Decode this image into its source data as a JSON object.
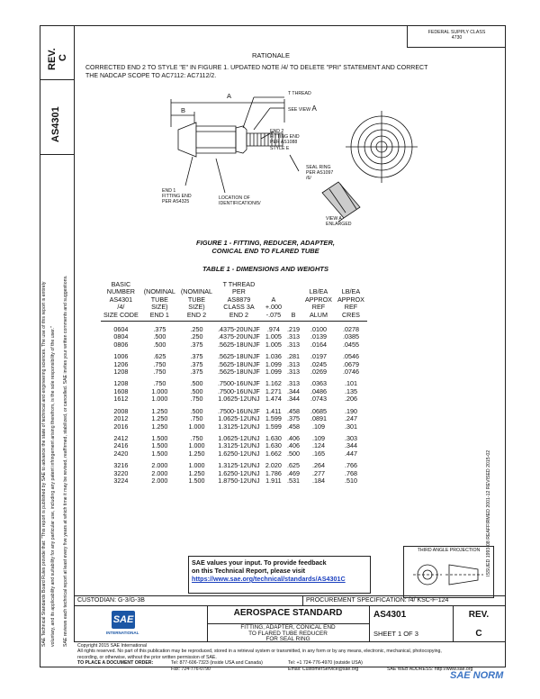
{
  "side": {
    "rev_label": "REV.",
    "rev_value": "C",
    "doc_number": "AS4301",
    "disclaimer_1": "SAE Technical Standards Board Rules provide that: \"This report is published by SAE to advance the state of technical and engineering sciences. The use of this report is entirely",
    "disclaimer_2": "voluntary, and its applicability and suitability for any particular use, including any patent infringement arising therefrom, is the sole responsibility of the user.\"",
    "disclaimer_3": "SAE reviews each technical report at least every five years at which time it may be revised, reaffirmed, stabilized, or cancelled. SAE invites your written comments and suggestions."
  },
  "fed_box": {
    "line1": "FEDERAL SUPPLY CLASS",
    "line2": "4730"
  },
  "rationale": {
    "title": "RATIONALE",
    "text1": "CORRECTED END 2 TO STYLE \"E\" IN FIGURE 1. UPDATED NOTE /4/ TO DELETE \"PRI\" STATEMENT AND CORRECT",
    "text2": "THE NADCAP SCOPE TO AC7112: AC7112/2."
  },
  "figure": {
    "labels": {
      "t_thread": "T THREAD",
      "see_view": "SEE VIEW",
      "view_letter": "A",
      "a_dim": "A",
      "b_dim": "B",
      "end2_1": "END 2",
      "end2_2": "FITTING END",
      "end2_3": "PER AS1088",
      "end2_4": "STYLE E",
      "seal_1": "SEAL RING",
      "seal_2": "PER AS1097",
      "seal_3": "/6/",
      "end1_1": "END 1",
      "end1_2": "FITTING END",
      "end1_3": "PER AS4325",
      "loc_1": "LOCATION OF",
      "loc_2": "IDENTIFICATION/5/",
      "view_a_1": "VIEW A",
      "view_a_2": "ENLARGED"
    },
    "caption_1": "FIGURE 1 - FITTING, REDUCER, ADAPTER,",
    "caption_2": "CONICAL END TO FLARED TUBE"
  },
  "table": {
    "title": "TABLE 1 - DIMENSIONS AND WEIGHTS",
    "headers": [
      [
        "BASIC",
        "NUMBER",
        "AS4301",
        "/4/",
        "SIZE CODE"
      ],
      [
        "(NOMINAL",
        "TUBE",
        "SIZE)",
        "END 1"
      ],
      [
        "(NOMINAL",
        "TUBE",
        "SIZE)",
        "END 2"
      ],
      [
        "T THREAD",
        "PER",
        "AS8879",
        "CLASS 3A",
        "END 2"
      ],
      [
        "A",
        "+.000",
        "-.075"
      ],
      [
        "B"
      ],
      [
        "LB/EA",
        "APPROX",
        "REF",
        "ALUM"
      ],
      [
        "LB/EA",
        "APPROX",
        "REF",
        "CRES"
      ]
    ],
    "groups": [
      [
        [
          "0604",
          ".375",
          ".250",
          ".4375-20UNJF",
          ".974",
          ".219",
          ".0100",
          ".0278"
        ],
        [
          "0804",
          ".500",
          ".250",
          ".4375-20UNJF",
          "1.005",
          ".313",
          ".0139",
          ".0385"
        ],
        [
          "0806",
          ".500",
          ".375",
          ".5625-18UNJF",
          "1.005",
          ".313",
          ".0164",
          ".0455"
        ]
      ],
      [
        [
          "1006",
          ".625",
          ".375",
          ".5625-18UNJF",
          "1.036",
          ".281",
          ".0197",
          ".0546"
        ],
        [
          "1206",
          ".750",
          ".375",
          ".5625-18UNJF",
          "1.099",
          ".313",
          ".0245",
          ".0679"
        ],
        [
          "1208",
          ".750",
          ".375",
          ".5625-18UNJF",
          "1.099",
          ".313",
          ".0269",
          ".0746"
        ]
      ],
      [
        [
          "1208",
          ".750",
          ".500",
          ".7500-16UNJF",
          "1.162",
          ".313",
          ".0363",
          ".101"
        ],
        [
          "1608",
          "1.000",
          ".500",
          ".7500-16UNJF",
          "1.271",
          ".344",
          ".0486",
          ".135"
        ],
        [
          "1612",
          "1.000",
          ".750",
          "1.0625-12UNJ",
          "1.474",
          ".344",
          ".0743",
          ".206"
        ]
      ],
      [
        [
          "2008",
          "1.250",
          ".500",
          ".7500-16UNJF",
          "1.411",
          ".458",
          ".0685",
          ".190"
        ],
        [
          "2012",
          "1.250",
          ".750",
          "1.0625-12UNJ",
          "1.599",
          ".375",
          ".0891",
          ".247"
        ],
        [
          "2016",
          "1.250",
          "1.000",
          "1.3125-12UNJ",
          "1.599",
          ".458",
          ".109",
          ".301"
        ]
      ],
      [
        [
          "2412",
          "1.500",
          ".750",
          "1.0625-12UNJ",
          "1.630",
          ".406",
          ".109",
          ".303"
        ],
        [
          "2416",
          "1.500",
          "1.000",
          "1.3125-12UNJ",
          "1.630",
          ".406",
          ".124",
          ".344"
        ],
        [
          "2420",
          "1.500",
          "1.250",
          "1.6250-12UNJ",
          "1.662",
          ".500",
          ".165",
          ".447"
        ]
      ],
      [
        [
          "3216",
          "2.000",
          "1.000",
          "1.3125-12UNJ",
          "2.020",
          ".625",
          ".264",
          ".766"
        ],
        [
          "3220",
          "2.000",
          "1.250",
          "1.6250-12UNJ",
          "1.786",
          ".469",
          ".277",
          ".768"
        ],
        [
          "3224",
          "2.000",
          "1.500",
          "1.8750-12UNJ",
          "1.911",
          ".531",
          ".184",
          ".510"
        ]
      ]
    ]
  },
  "side_right": "ISSUED 1993-08   REAFFIRMED 2001-12   REVISED 2015-02",
  "feedback": {
    "line1": "SAE values your input. To provide feedback",
    "line2": "on this Technical Report, please visit",
    "url": "https://www.sae.org/technical/standards/AS4301C"
  },
  "projection_label": "THIRD ANGLE PROJECTION",
  "title_block": {
    "custodian": "CUSTODIAN: G-3/G-3B",
    "procurement": "PROCUREMENT SPECIFICATION: /4/ KSC-F-124",
    "logo": "SAE",
    "logo_sub": "INTERNATIONAL",
    "standard": "AEROSPACE STANDARD",
    "desc1": "FITTING, ADAPTER, CONICAL END",
    "desc2": "TO FLARED TUBE REDUCER",
    "desc3": "FOR SEAL RING",
    "doc": "AS4301",
    "sheet": "SHEET 1 OF 3",
    "rev_label": "REV.",
    "rev_value": "C"
  },
  "footer": {
    "copyright": "Copyright 2015 SAE International",
    "rights1": "All rights reserved. No part of this publication may be reproduced, stored in a retrieval system or transmitted, in any form or by any means, electronic, mechanical, photocopying,",
    "rights2": "recording, or otherwise, without the prior written permission of SAE.",
    "order": "TO PLACE A DOCUMENT ORDER:",
    "tel": "Tel: 877-606-7323 (inside USA and Canada)",
    "tel2": "Tel: +1 724-776-4970 (outside USA)",
    "fax": "Fax: 724-776-0790",
    "email": "Email: CustomerService@sae.org",
    "web": "SAE WEB ADDRESS: http://www.sae.org",
    "watermark": "SAE NORM"
  }
}
